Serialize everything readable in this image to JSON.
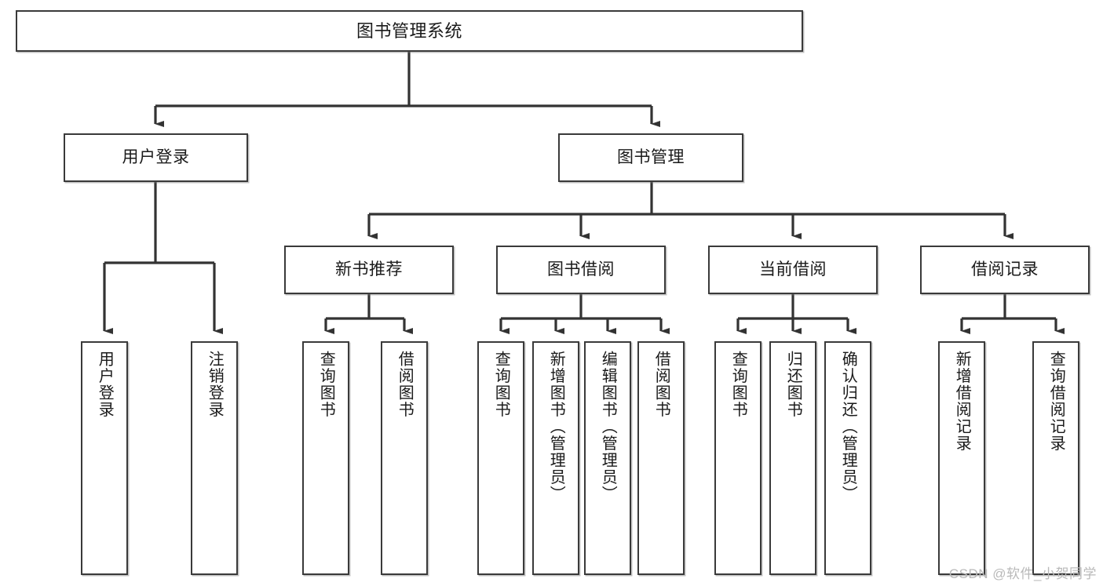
{
  "diagram": {
    "type": "tree-hierarchy-chart",
    "title_node": {
      "label": "图书管理系统"
    },
    "level2": [
      {
        "id": "user-login",
        "label": "用户登录"
      },
      {
        "id": "book-manage",
        "label": "图书管理"
      }
    ],
    "level3": [
      {
        "id": "new-book-recommend",
        "label": "新书推荐",
        "parent": "book-manage"
      },
      {
        "id": "book-borrow",
        "label": "图书借阅",
        "parent": "book-manage"
      },
      {
        "id": "current-borrow",
        "label": "当前借阅",
        "parent": "book-manage"
      },
      {
        "id": "borrow-record",
        "label": "借阅记录",
        "parent": "book-manage"
      }
    ],
    "leaves": {
      "user_login": [
        {
          "id": "leaf-user-login",
          "label": "用户登录"
        },
        {
          "id": "leaf-logout",
          "label": "注销登录"
        }
      ],
      "new_book_recommend": [
        {
          "id": "leaf-query-book-1",
          "label": "查询图书"
        },
        {
          "id": "leaf-borrow-book-1",
          "label": "借阅图书"
        }
      ],
      "book_borrow": [
        {
          "id": "leaf-query-book-2",
          "label": "查询图书"
        },
        {
          "id": "leaf-add-book-admin",
          "label": "新增图书（管理员）"
        },
        {
          "id": "leaf-edit-book-admin",
          "label": "编辑图书（管理员）"
        },
        {
          "id": "leaf-borrow-book-2",
          "label": "借阅图书"
        }
      ],
      "current_borrow": [
        {
          "id": "leaf-query-book-3",
          "label": "查询图书"
        },
        {
          "id": "leaf-return-book",
          "label": "归还图书"
        },
        {
          "id": "leaf-confirm-return-admin",
          "label": "确认归还（管理员）"
        }
      ],
      "borrow_record": [
        {
          "id": "leaf-add-borrow-record",
          "label": "新增借阅记录"
        },
        {
          "id": "leaf-query-borrow-record",
          "label": "查询借阅记录"
        }
      ]
    },
    "colors": {
      "stroke": "#3a3a3a",
      "fill": "#ffffff",
      "text": "#1a1a1a",
      "watermark": "#b9b9b9"
    }
  },
  "watermark": {
    "text": "CSDN @软件_小贺同学"
  }
}
